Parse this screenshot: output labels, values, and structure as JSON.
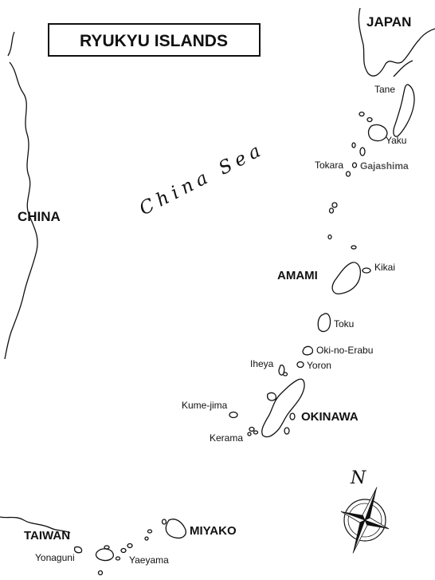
{
  "title": "RYUKYU ISLANDS",
  "sea": "China Sea",
  "countries": {
    "japan": "JAPAN",
    "china": "CHINA",
    "taiwan": "TAIWAN"
  },
  "groups": {
    "amami": "AMAMI",
    "okinawa": "OKINAWA",
    "miyako": "MIYAKO"
  },
  "islands": {
    "tane": "Tane",
    "yaku": "Yaku",
    "tokara": "Tokara",
    "gajashima": "Gajashima",
    "kikai": "Kikai",
    "toku": "Toku",
    "oki_no_erabu": "Oki-no-Erabu",
    "yoron": "Yoron",
    "iheya": "Iheya",
    "kume_jima": "Kume-jima",
    "kerama": "Kerama",
    "yonaguni": "Yonaguni",
    "yaeyama": "Yaeyama"
  },
  "compass": {
    "north": "N"
  }
}
